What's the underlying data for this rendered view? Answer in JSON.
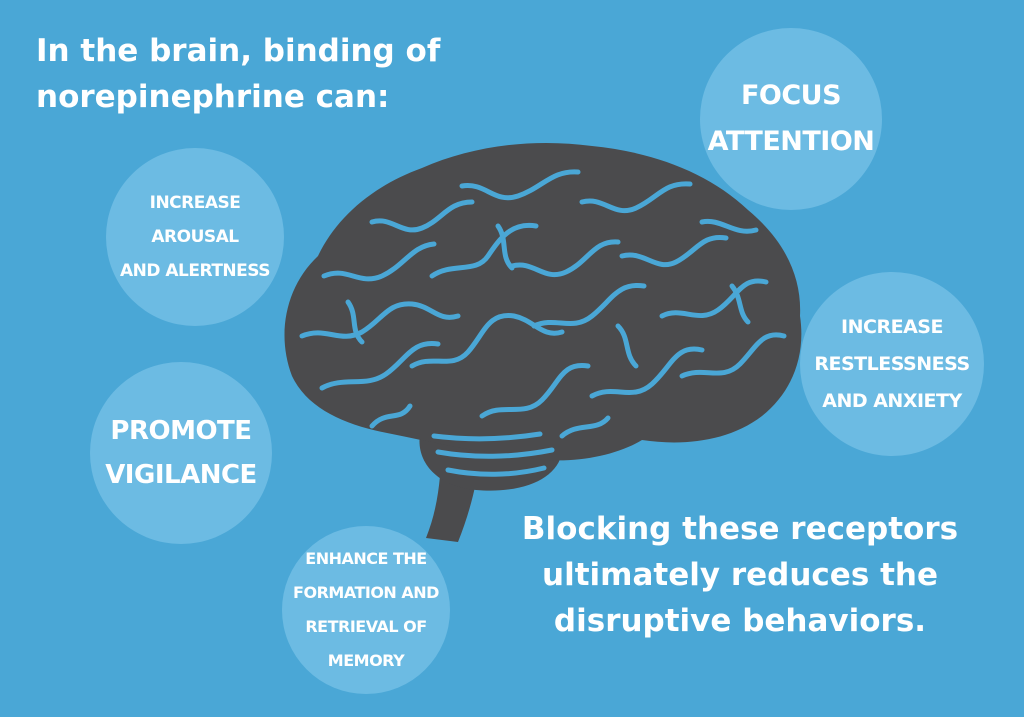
{
  "intro": "In the brain, binding of norepinephrine can:",
  "conclusion": "Blocking these receptors ultimately reduces the disruptive behaviors.",
  "effects": {
    "arousal": "Increase arousal\nand alertness",
    "vigilance": "Promote\nvigilance",
    "memory": "Enhance the\nformation and\nretrieval of\nmemory",
    "focus": "Focus\nattention",
    "anxiety": "Increase\nrestlessness\nand anxiety"
  },
  "colors": {
    "background": "#4aa7d6",
    "bubble": "#6cbbe3",
    "brain": "#4b4b4d",
    "sulci": "#4aa7d6"
  },
  "icons": {
    "brain": "brain-icon"
  }
}
